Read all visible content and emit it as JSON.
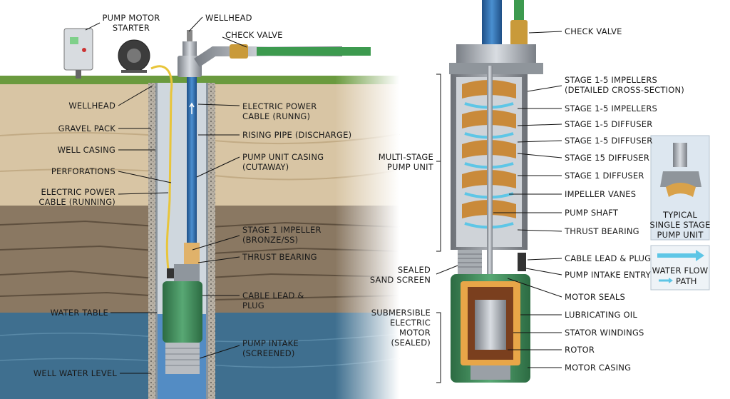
{
  "colors": {
    "sky": "#ffffff",
    "grass": "#6a9a3e",
    "topsoil": "#d8c5a4",
    "rock": "#8a7862",
    "water": "#3f6f8f",
    "pipe_blue": "#2f6fb0",
    "motor_green": "#3f8f5a",
    "copper": "#c98a3a",
    "flow_cyan": "#5ec6e6"
  },
  "left": {
    "pump_motor_starter": [
      "PUMP MOTOR",
      "STARTER"
    ],
    "wellhead_top": "WELLHEAD",
    "check_valve": "CHECK VALVE",
    "wellhead": "WELLHEAD",
    "gravel_pack": "GRAVEL PACK",
    "well_casing": "WELL CASING",
    "perforations": "PERFORATIONS",
    "electric_power_cable_left": [
      "ELECTRIC POWER",
      "CABLE (RUNNING)"
    ],
    "electric_power_cable_right": [
      "ELECTRIC POWER",
      "CABLE (RUNNG)"
    ],
    "rising_pipe": "RISING PIPE (DISCHARGE)",
    "pump_unit_casing": [
      "PUMP UNIT CASING",
      "(CUTAWAY)"
    ],
    "stage1_impeller": [
      "STAGE 1 IMPELLER",
      "(BRONZE/SS)"
    ],
    "thrust_bearing": "THRUST BEARING",
    "cable_lead_plug": [
      "CABLE LEAD &",
      "PLUG"
    ],
    "water_table": "WATER TABLE",
    "pump_intake": [
      "PUMP INTAKE",
      "(SCREENED)"
    ],
    "well_water_level": "WELL WATER LEVEL"
  },
  "right": {
    "check_valve": "CHECK VALVE",
    "stage_impellers_detail": [
      "STAGE 1-5 IMPELLERS",
      "(DETAILED CROSS-SECTION)"
    ],
    "stage_impellers": "STAGE 1-5 IMPELLERS",
    "stage_diffuser_a": "STAGE 1-5 DIFFUSER",
    "stage_diffuser_b": "STAGE 1-5 DIFFUSER",
    "stage15_diffuser": "STAGE 15 DIFFUSER",
    "stage1_diffuser": "STAGE 1 DIFFUSER",
    "impeller_vanes": "IMPELLER VANES",
    "pump_shaft": "PUMP SHAFT",
    "thrust_bearing": "THRUST BEARING",
    "cable_lead_plug": "CABLE LEAD & PLUG",
    "pump_intake_entry": "PUMP INTAKE ENTRY",
    "motor_seals": "MOTOR SEALS",
    "lubricating_oil": "LUBRICATING OIL",
    "stator_windings": "STATOR WINDINGS",
    "rotor": "ROTOR",
    "motor_casing": "MOTOR CASING",
    "multi_stage_pump_unit": [
      "MULTI-STAGE",
      "PUMP UNIT"
    ],
    "sealed_sand_screen": [
      "SEALED",
      "SAND SCREEN"
    ],
    "submersible_motor": [
      "SUBMERSIBLE",
      "ELECTRIC",
      "MOTOR",
      "(SEALED)"
    ]
  },
  "inset": {
    "typical_single_stage": [
      "TYPICAL",
      "SINGLE STAGE",
      "PUMP UNIT"
    ],
    "water_flow_path": [
      "WATER FLOW",
      "PATH"
    ]
  }
}
